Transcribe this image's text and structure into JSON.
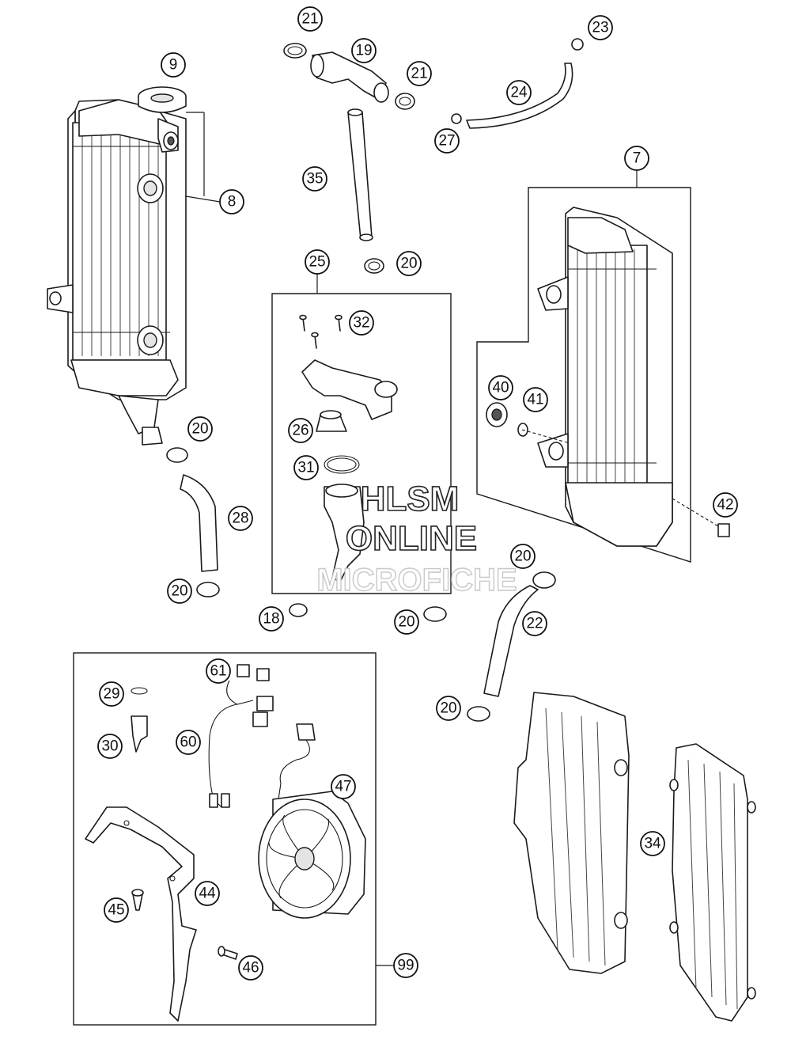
{
  "callouts": [
    {
      "id": "c9",
      "label": "9"
    },
    {
      "id": "c8",
      "label": "8"
    },
    {
      "id": "c21a",
      "label": "21"
    },
    {
      "id": "c19",
      "label": "19"
    },
    {
      "id": "c21b",
      "label": "21"
    },
    {
      "id": "c35",
      "label": "35"
    },
    {
      "id": "c20a",
      "label": "20"
    },
    {
      "id": "c23",
      "label": "23"
    },
    {
      "id": "c24",
      "label": "24"
    },
    {
      "id": "c27",
      "label": "27"
    },
    {
      "id": "c7",
      "label": "7"
    },
    {
      "id": "c25",
      "label": "25"
    },
    {
      "id": "c32",
      "label": "32"
    },
    {
      "id": "c40",
      "label": "40"
    },
    {
      "id": "c41",
      "label": "41"
    },
    {
      "id": "c26",
      "label": "26"
    },
    {
      "id": "c31",
      "label": "31"
    },
    {
      "id": "c20b",
      "label": "20"
    },
    {
      "id": "c28",
      "label": "28"
    },
    {
      "id": "c42",
      "label": "42"
    },
    {
      "id": "c20c",
      "label": "20"
    },
    {
      "id": "c18",
      "label": "18"
    },
    {
      "id": "c20d",
      "label": "20"
    },
    {
      "id": "c20e",
      "label": "20"
    },
    {
      "id": "c22",
      "label": "22"
    },
    {
      "id": "c61",
      "label": "61"
    },
    {
      "id": "c29",
      "label": "29"
    },
    {
      "id": "c20f",
      "label": "20"
    },
    {
      "id": "c30",
      "label": "30"
    },
    {
      "id": "c60",
      "label": "60"
    },
    {
      "id": "c47",
      "label": "47"
    },
    {
      "id": "c34",
      "label": "34"
    },
    {
      "id": "c44",
      "label": "44"
    },
    {
      "id": "c45",
      "label": "45"
    },
    {
      "id": "c46",
      "label": "46"
    },
    {
      "id": "c99",
      "label": "99"
    }
  ],
  "watermark": {
    "line1": "HLSM",
    "line2": "ONLINE",
    "line3": "MICROFICHE"
  }
}
